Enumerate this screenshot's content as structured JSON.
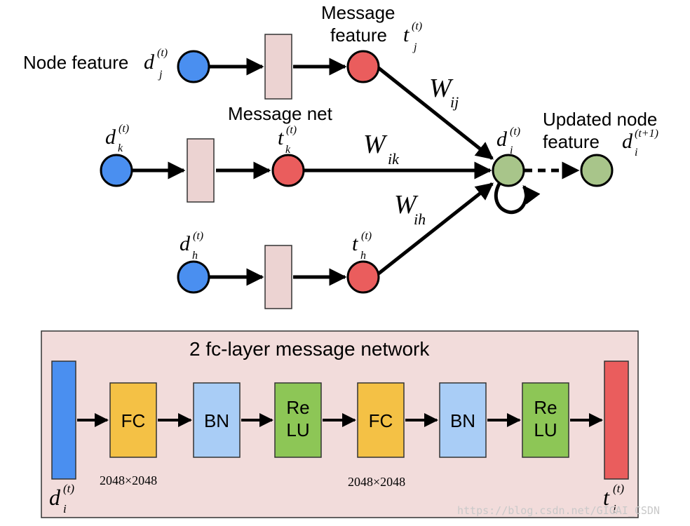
{
  "colors": {
    "node_feature": "#4a8ff0",
    "message_feature": "#ea5d5d",
    "updated_node": "#a8c58a",
    "message_net_box": "#ecd3d2",
    "panel_bg": "#f2dcdb",
    "fc": "#f4c145",
    "bn": "#a9cdf6",
    "relu": "#8dc656",
    "input_bar": "#4a8ff0",
    "output_bar": "#ea5d5d"
  },
  "graph": {
    "label_message_line1": "Message",
    "label_message_line2": "feature",
    "label_node_feature": "Node feature",
    "label_message_net": "Message net",
    "label_updated_line1": "Updated node",
    "label_updated_line2": "feature",
    "sym_d": "d",
    "sym_t": "t",
    "sym_W": "W",
    "sub_j": "j",
    "sub_k": "k",
    "sub_h": "h",
    "sub_i": "i",
    "sub_ij": "ij",
    "sub_ik": "ik",
    "sub_ih": "ih",
    "sup_t": "(t)",
    "sup_t1": "(t+1)"
  },
  "network": {
    "title": "2  fc-layer message network",
    "layers": [
      {
        "line1": "FC",
        "line2": ""
      },
      {
        "line1": "BN",
        "line2": ""
      },
      {
        "line1": "Re",
        "line2": "LU"
      },
      {
        "line1": "FC",
        "line2": ""
      },
      {
        "line1": "BN",
        "line2": ""
      },
      {
        "line1": "Re",
        "line2": "LU"
      }
    ],
    "dim_label_1": "2048×2048",
    "dim_label_2": "2048×2048",
    "input_sym": "d",
    "input_sub": "i",
    "input_sup": "(t)",
    "output_sym": "t",
    "output_sub": "i",
    "output_sup": "(t)"
  },
  "watermark": "https://blog.csdn.net/GIGAI_CSDN"
}
